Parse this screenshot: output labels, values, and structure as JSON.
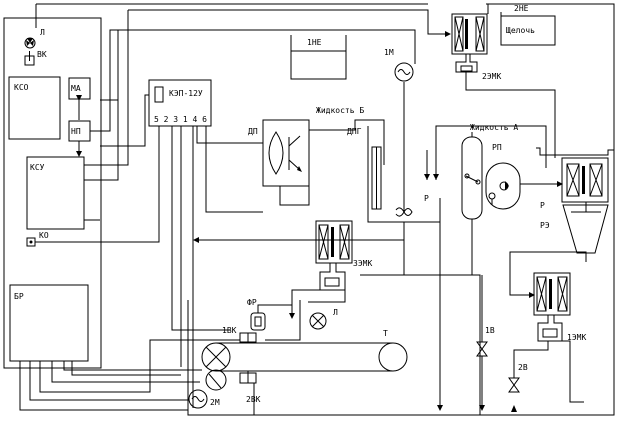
{
  "labels": {
    "lamp_top": "Л",
    "vk": "ВК",
    "kso": "КСО",
    "ma": "МА",
    "np": "НП",
    "ksu": "КСУ",
    "ko": "КО",
    "br": "БР",
    "kep": "КЭП-12У",
    "kep_pins": "5 2 3 1 4 6",
    "dp": "ДП",
    "one_ne": "1НЕ",
    "one_m": "1М",
    "liquid_b": "Жидкость Б",
    "dpg": "ДПГ",
    "p_left": "Р",
    "p_right": "Р",
    "liquid_a": "Жидкость А",
    "rp": "РП",
    "two_ne": "2НЕ",
    "alkali": "Щелочь",
    "two_emk": "2ЭМК",
    "re": "РЭ",
    "three_emk": "3ЭМК",
    "lamp_mid": "Л",
    "fr": "ФР",
    "one_vk": "1ВК",
    "t": "Т",
    "two_m": "2М",
    "two_vk": "2ВК",
    "one_v": "1В",
    "one_emk": "1ЭМК",
    "two_v": "2В"
  }
}
